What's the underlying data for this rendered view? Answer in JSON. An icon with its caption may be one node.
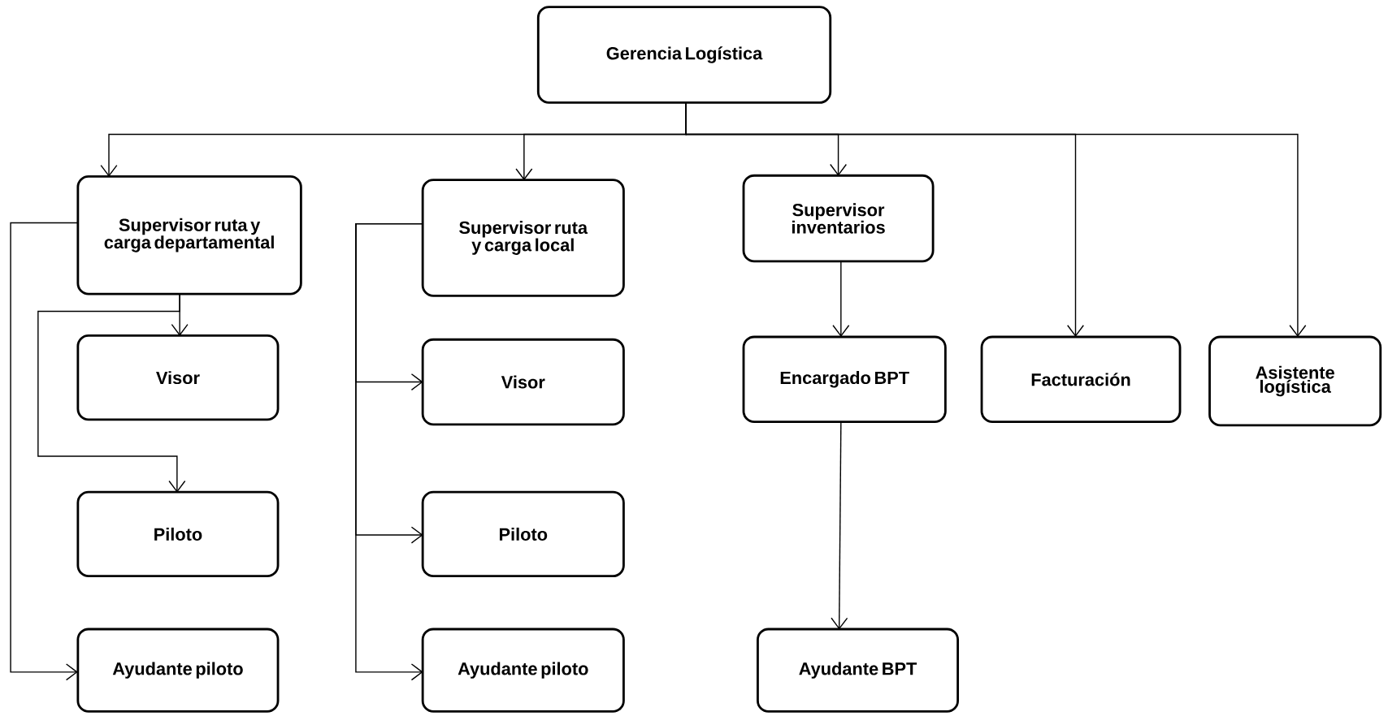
{
  "diagram": {
    "nodes": [
      {
        "text": [
          "Gerencia Logística"
        ]
      },
      {
        "text": [
          "Supervisor ruta y carga departamental"
        ]
      },
      {
        "text": [
          "Supervisor ruta y carga local"
        ]
      },
      {
        "text": [
          "Supervisor inventarios"
        ]
      },
      {
        "text": [
          "Visor"
        ]
      },
      {
        "text": [
          "Piloto"
        ]
      },
      {
        "text": [
          "Ayudante piloto"
        ]
      },
      {
        "text": [
          "Visor"
        ]
      },
      {
        "text": [
          "Piloto"
        ]
      },
      {
        "text": [
          "Ayudante piloto"
        ]
      },
      {
        "text": [
          "Encargado BPT"
        ]
      },
      {
        "text": [
          "Facturación"
        ]
      },
      {
        "text": [
          "Asistente logística"
        ]
      },
      {
        "text": [
          "Ayudante BPT"
        ]
      }
    ],
    "edges": [
      {
        "from": 0,
        "to": 1,
        "arrow": "to"
      },
      {
        "from": 0,
        "to": 2,
        "arrow": "to"
      },
      {
        "from": 0,
        "to": 3,
        "arrow": "to"
      },
      {
        "from": 0,
        "to": 11,
        "arrow": "to"
      },
      {
        "from": 0,
        "to": 12,
        "arrow": "to"
      },
      {
        "from": 1,
        "to": 4,
        "arrow": "to"
      },
      {
        "from": 1,
        "to": 5,
        "arrow": "to"
      },
      {
        "from": 1,
        "to": 6,
        "arrow": "to"
      },
      {
        "from": 2,
        "to": 7,
        "arrow": "to"
      },
      {
        "from": 2,
        "to": 8,
        "arrow": "to"
      },
      {
        "from": 2,
        "to": 9,
        "arrow": "to"
      },
      {
        "from": 3,
        "to": 10,
        "arrow": "to"
      },
      {
        "from": 10,
        "to": 13,
        "arrow": "to"
      }
    ]
  }
}
